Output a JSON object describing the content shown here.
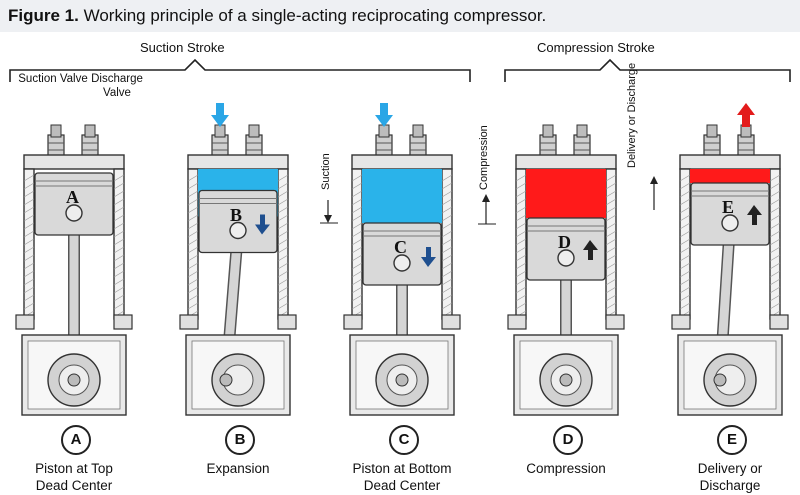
{
  "figure": {
    "number": "Figure 1.",
    "title": "Working principle of a single-acting reciprocating compressor."
  },
  "strokes": {
    "suction": "Suction Stroke",
    "compression": "Compression Stroke"
  },
  "valves": {
    "suction": "Suction Valve",
    "discharge": "Discharge Valve"
  },
  "side_labels": {
    "suction": "Suction",
    "compression": "Compression",
    "delivery": "Delivery or Discharge"
  },
  "colors": {
    "cool_air": "#2ab3ea",
    "hot_air": "#ff1a1a",
    "flow_arrow_in": "#2aa6e6",
    "flow_arrow_out": "#e31b1b",
    "motion_arrow_blue": "#1f4f8f",
    "motion_arrow_dark": "#222222",
    "metal": "#d9d9d9"
  },
  "panels": [
    {
      "letter": "A",
      "caption_line1": "Piston at Top",
      "caption_line2": "Dead Center",
      "gas": "none",
      "piston_level": 0.0
    },
    {
      "letter": "B",
      "caption_line1": "Expansion",
      "caption_line2": "",
      "gas": "cool",
      "piston_level": 0.35
    },
    {
      "letter": "C",
      "caption_line1": "Piston at Bottom",
      "caption_line2": "Dead Center",
      "gas": "cool",
      "piston_level": 1.0
    },
    {
      "letter": "D",
      "caption_line1": "Compression",
      "caption_line2": "",
      "gas": "hot",
      "piston_level": 0.9
    },
    {
      "letter": "E",
      "caption_line1": "Delivery or",
      "caption_line2": "Discharge",
      "gas": "hot",
      "piston_level": 0.2
    }
  ]
}
